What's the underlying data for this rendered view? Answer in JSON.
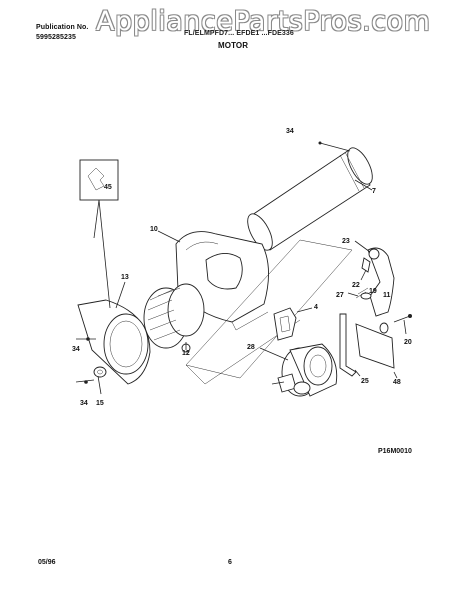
{
  "header": {
    "publication_label": "Publication No.",
    "publication_number": "5995285235",
    "model_line": "FL/ELMPFD7... EFDE1 ...FDE336",
    "section_title": "MOTOR"
  },
  "watermark": "AppliancePartsPros.com",
  "callouts": {
    "c34_top": "34",
    "c7": "7",
    "c45": "45",
    "c10": "10",
    "c23": "23",
    "c22": "22",
    "c13": "13",
    "c27": "27",
    "c19": "19",
    "c11": "11",
    "c4": "4",
    "c12": "12",
    "c34_left": "34",
    "c20": "20",
    "c28": "28",
    "c48": "48",
    "c25": "25",
    "c34_bottom": "34",
    "c15": "15"
  },
  "diagram_code": "P16M0010",
  "footer": {
    "date": "05/96",
    "page": "6"
  }
}
